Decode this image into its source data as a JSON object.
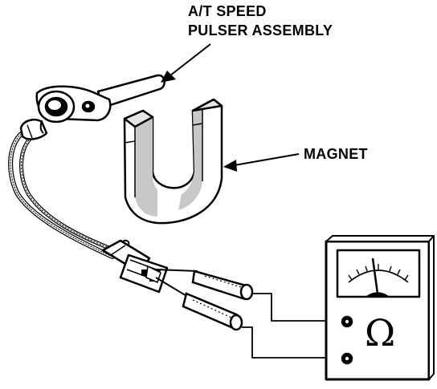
{
  "labels": {
    "pulser_line1": "A/T SPEED",
    "pulser_line2": "PULSER ASSEMBLY",
    "magnet": "MAGNET"
  },
  "meter": {
    "unit_symbol": "Ω"
  },
  "colors": {
    "ink": "#000000",
    "paper": "#ffffff",
    "shade": "#bdbdbd"
  }
}
